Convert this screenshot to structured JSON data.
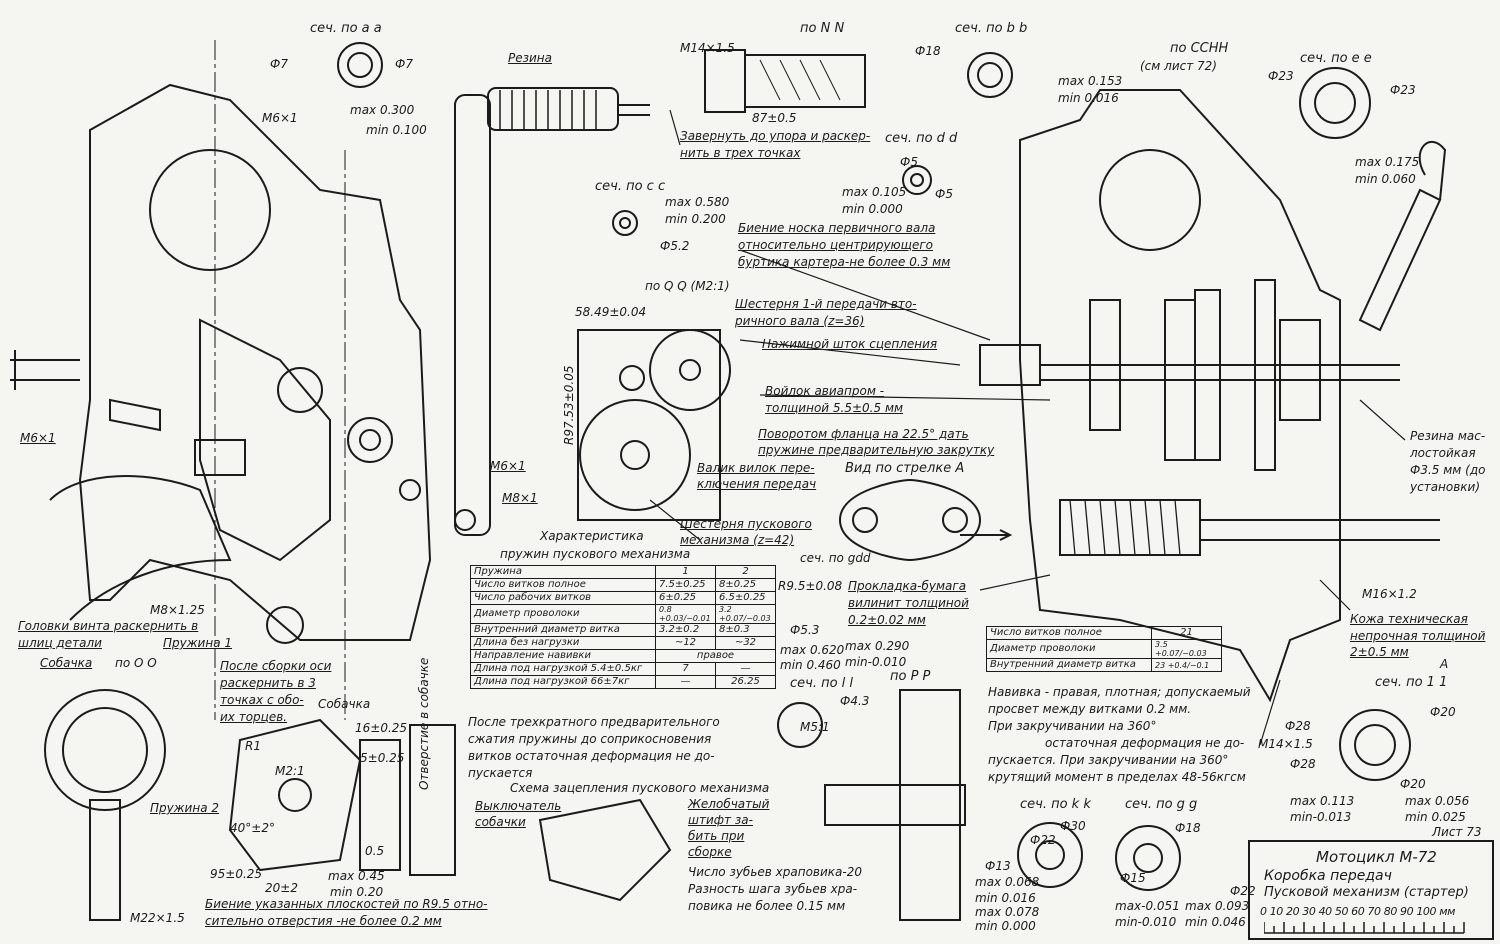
{
  "drawing": {
    "ink_color": "#1b1b1b",
    "paper_color": "#f5f5f2",
    "labels": [
      "сеч. по a a",
      "по N N",
      "сеч. по b b",
      "по CCHH",
      "(см лист 72)",
      "сеч. по e e",
      "Резина",
      "M14×1.5",
      "87±0.5",
      "Завернуть до упора и раскер-",
      "нить в трех точках",
      "сеч. по d d",
      "max 0.153",
      "min 0.016",
      "max 0.300",
      "min 0.100",
      "M6×1",
      "сеч. по c c",
      "max 0.580",
      "min 0.200",
      "max 0.105",
      "min 0.000",
      "max 0.175",
      "min 0.060",
      "Биение носка первичного вала",
      "относительно центрирующего",
      "буртика картера-не более 0.3 мм",
      "по Q Q (M2:1)",
      "Шестерня 1-й передачи вто-",
      "ричного вала (z=36)",
      "Нажимной шток сцепления",
      "Войлок авиапром -",
      "толщиной 5.5±0.5 мм",
      "Поворотом фланца на 22.5° дать",
      "пружине предварительную закрутку",
      "Вид по стрелке A",
      "Резина мас-",
      "лостойкая",
      "Ф3.5 мм (до",
      "установки)",
      "Валик вилок пере-",
      "ключения передач",
      "M6×1",
      "M8×1",
      "M6×1",
      "Шестерня пускового",
      "механизма (z=42)",
      "Характеристика",
      "пружин пускового механизма",
      "сеч. по gdd",
      "Прокладка-бумага",
      "вилинит толщиной",
      "0.2±0.02 мм",
      "M16×1.2",
      "Кожа техническая",
      "непрочная толщиной",
      "2±0.5 мм",
      "M8×1.25",
      "Головки винта раскернить в",
      "шлиц детали",
      "Пружина 1",
      "Собачка",
      "по O O",
      "После сборки оси",
      "раскернить в 3",
      "точках с обо-",
      "их торцев.",
      "Отверстие в собачке",
      "max 0.620",
      "min 0.460",
      "max 0.290",
      "min-0.010",
      "сеч. по l l",
      "по P P",
      "сеч. по 1 1",
      "Собачка",
      "После трехкратного предварительного",
      "сжатия пружины до соприкосновения",
      "витков остаточная деформация не до-",
      "пускается",
      "Схема зацепления пускового механизма",
      "Выключатель",
      "собачки",
      "Желобчатый",
      "штифт за-",
      "бить при",
      "сборке",
      "Пружина 2",
      "M22×1.5",
      "M14×1.5",
      "сеч. по k k",
      "сеч. по g g",
      "max 0.113",
      "min-0.013",
      "max 0.056",
      "min 0.025",
      "Лист 73",
      "max 0.45",
      "min 0.20",
      "Биение указанных плоскостей по R9.5 отно-",
      "сительно отверстия -не более 0.2 мм",
      "Число зубьев храповика-20",
      "Разность шага зубьев хра-",
      "повика не более 0.15 мм",
      "max 0.068",
      "min 0.016",
      "max 0.078",
      "min 0.000",
      "max-0.051",
      "min-0.010",
      "max 0.093",
      "min 0.046",
      "Ф7",
      "Ф7",
      "Ф18",
      "Ф23",
      "Ф23",
      "Ф5",
      "Ф5",
      "Ф5.2",
      "58.49±0.04",
      "R97.53±0.05",
      "R9.5±0.08",
      "Ф5.3",
      "Ф4.3",
      "M5:1",
      "A",
      "Ф20",
      "Ф28",
      "Ф28",
      "Ф20",
      "Ф30",
      "Ф22",
      "Ф18",
      "Ф15",
      "Ф13",
      "Ф22",
      "R1",
      "M2:1",
      "40°±2°",
      "95±0.25",
      "20±2",
      "16±0.25",
      "5±0.25",
      "0.5"
    ]
  },
  "spring_table": {
    "header": [
      "Пружина",
      "1",
      "2"
    ],
    "rows": [
      [
        "Число витков полное",
        "7.5±0.25",
        "8±0.25"
      ],
      [
        "Число рабочих витков",
        "6±0.25",
        "6.5±0.25"
      ],
      [
        "Диаметр проволоки",
        "0.8 +0.03/−0.01",
        "3.2 +0.07/−0.03"
      ],
      [
        "Внутренний диаметр витка",
        "3.2±0.2",
        "8±0.3"
      ],
      [
        "Длина без нагрузки",
        "~12",
        "~32"
      ],
      [
        "Направление навивки",
        "правое"
      ],
      [
        "Длина под нагрузкой 5.4±0.5кг",
        "7",
        "—"
      ],
      [
        "Длина под нагрузкой 66±7кг",
        "—",
        "26.25"
      ]
    ]
  },
  "spring2_table": {
    "rows": [
      [
        "Число витков полное",
        "21"
      ],
      [
        "Диаметр проволоки",
        "3.5 +0.07/−0.03"
      ],
      [
        "Внутренний диаметр витка",
        "23 +0.4/−0.1"
      ]
    ],
    "notes": [
      "Навивка - правая, плотная; допускаемый",
      "просвет между витками 0.2 мм.",
      "При закручивании на 360°",
      "остаточная деформация не до-",
      "пускается. При закручивании на 360°",
      "крутящий момент в пределах 48-56кгсм"
    ]
  },
  "title_block": {
    "line1": "Мотоцикл M-72",
    "line2": "Коробка передач",
    "line3": "Пусковой механизм (стартер)",
    "scale": "0 10 20 30 40 50 60 70 80 90 100 мм"
  }
}
